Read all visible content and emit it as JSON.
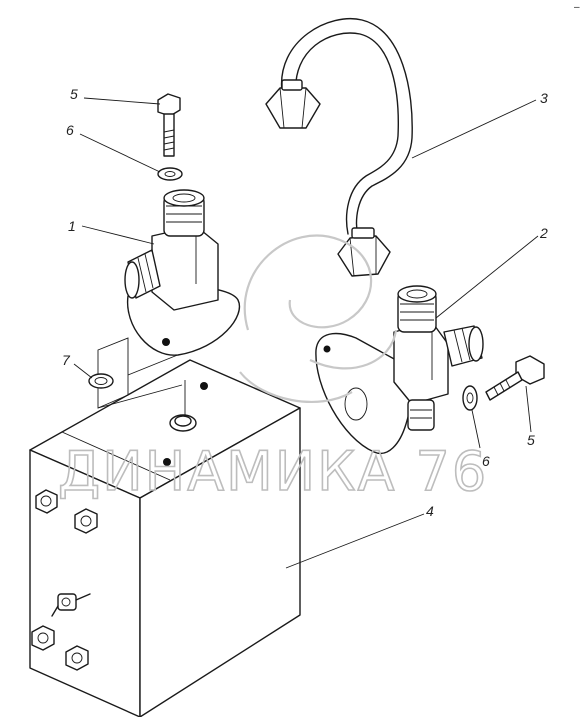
{
  "callouts": {
    "c1": "1",
    "c2": "2",
    "c3": "3",
    "c4": "4",
    "c5a": "5",
    "c5b": "5",
    "c6a": "6",
    "c6b": "6",
    "c7": "7"
  },
  "watermark": "ДИНАМИКА 76",
  "corner_mark": "–"
}
